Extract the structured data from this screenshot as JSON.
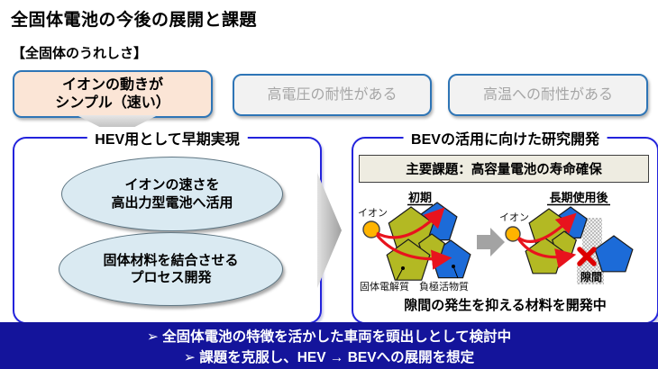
{
  "title": "全固体電池の今後の展開と課題",
  "benefits": {
    "heading": "【全固体のうれしさ】",
    "highlight": {
      "line1": "イオンの動きが",
      "line2": "シンプル（速い）"
    },
    "others": [
      "高電圧の耐性がある",
      "高温への耐性がある"
    ]
  },
  "hev_panel": {
    "title": "HEV用として早期実現",
    "ellipse1": {
      "line1": "イオンの速さを",
      "line2": "高出力型電池へ活用"
    },
    "ellipse2": {
      "line1": "固体材料を結合させる",
      "line2": "プロセス開発"
    }
  },
  "bev_panel": {
    "title": "BEVの活用に向けた研究開発",
    "key_issue": "主要課題：高容量電池の寿命確保",
    "diagram": {
      "initial_label": "初期",
      "aged_label": "長期使用後",
      "ion_label": "イオン",
      "electrolyte_label": "固体電解質",
      "anode_label": "負極活物質",
      "gap_label": "隙間"
    },
    "footer": "隙間の発生を抑える材料を開発中"
  },
  "bottom_banner": {
    "line1": "➢ 全固体電池の特徴を活かした車両を頭出しとして検討中",
    "line2": "➢ 課題を克服し、HEV → BEVへの展開を想定"
  },
  "colors": {
    "accent_border": "#2323DC",
    "banner_navy": "#14149B",
    "highlight_peach": "#FBE5D6",
    "box_border": "#2E75B6",
    "box_gray": "#F2F2F2",
    "muted_text": "#A6A6A6",
    "ellipse_fill": "#DAEAF2",
    "issue_bg": "#EEECE1",
    "pentagon_olive": "#B3B923",
    "pentagon_blue": "#1C6BD8",
    "ion_orange": "#FFB400",
    "arrow_red": "#E8131D"
  }
}
